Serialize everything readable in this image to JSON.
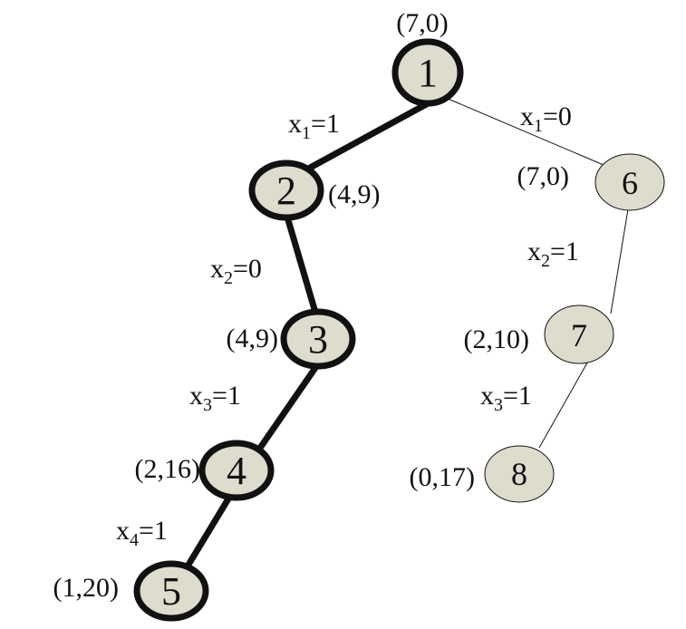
{
  "diagram": {
    "colors": {
      "node_fill": "#dedccd",
      "stroke": "#111111",
      "background": "#ffffff"
    },
    "nodes": [
      {
        "label": "1",
        "pair": "(7,0)",
        "highlight": true
      },
      {
        "label": "2",
        "pair": "(4,9)",
        "highlight": true
      },
      {
        "label": "3",
        "pair": "(4,9)",
        "highlight": true
      },
      {
        "label": "4",
        "pair": "(2,16)",
        "highlight": true
      },
      {
        "label": "5",
        "pair": "(1,20)",
        "highlight": true
      },
      {
        "label": "6",
        "pair": "(7,0)",
        "highlight": false
      },
      {
        "label": "7",
        "pair": "(2,10)",
        "highlight": false
      },
      {
        "label": "8",
        "pair": "(0,17)",
        "highlight": false
      }
    ],
    "edges": [
      {
        "from": "1",
        "to": "2",
        "var": "x",
        "sub": "1",
        "value": "=1",
        "highlight": true
      },
      {
        "from": "2",
        "to": "3",
        "var": "x",
        "sub": "2",
        "value": "=0",
        "highlight": true
      },
      {
        "from": "3",
        "to": "4",
        "var": "x",
        "sub": "3",
        "value": "=1",
        "highlight": true
      },
      {
        "from": "4",
        "to": "5",
        "var": "x",
        "sub": "4",
        "value": "=1",
        "highlight": true
      },
      {
        "from": "1",
        "to": "6",
        "var": "x",
        "sub": "1",
        "value": "=0",
        "highlight": false
      },
      {
        "from": "6",
        "to": "7",
        "var": "x",
        "sub": "2",
        "value": "=1",
        "highlight": false
      },
      {
        "from": "7",
        "to": "8",
        "var": "x",
        "sub": "3",
        "value": "=1",
        "highlight": false
      }
    ]
  }
}
